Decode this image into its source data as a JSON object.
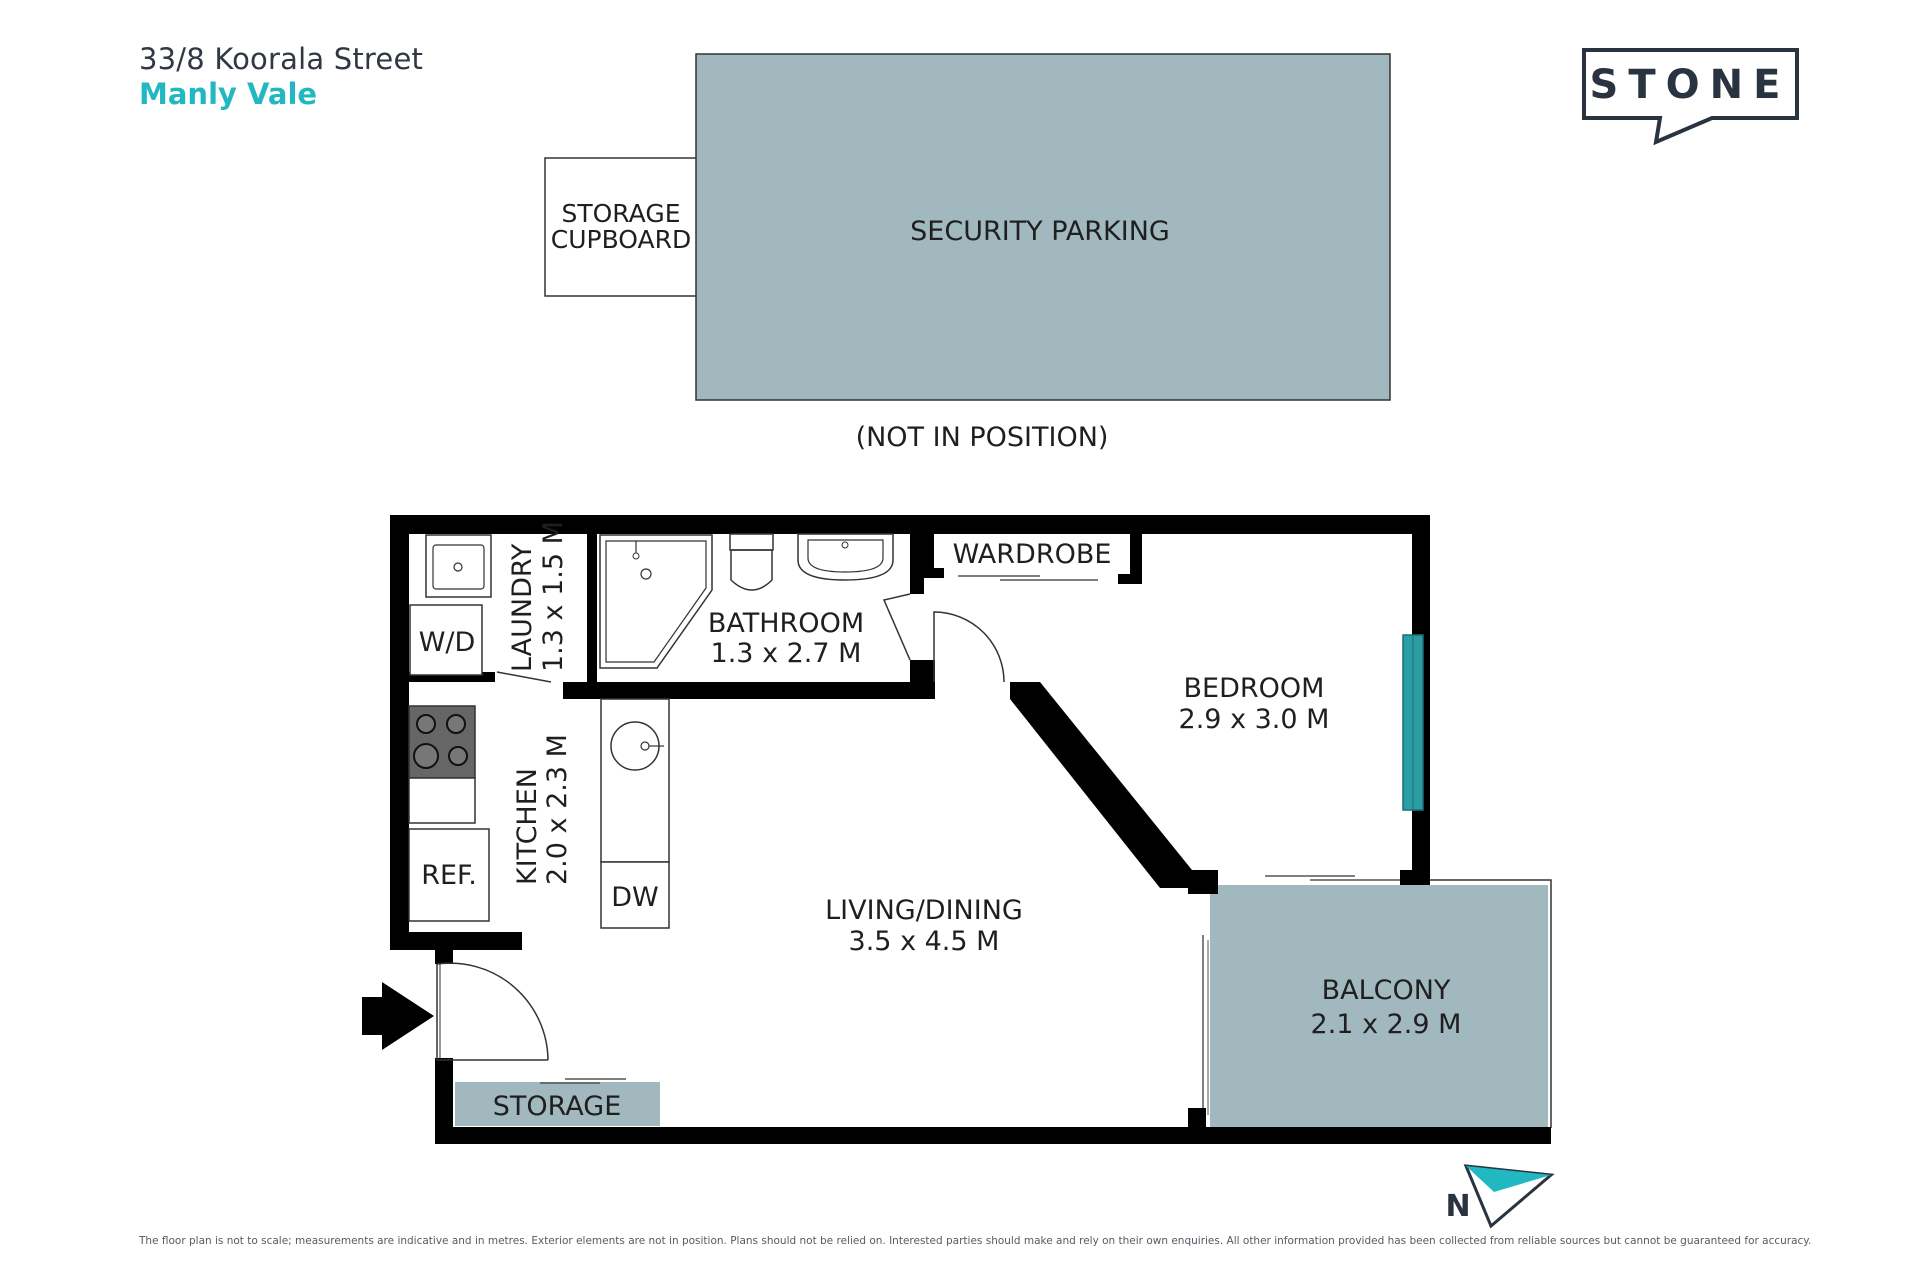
{
  "header": {
    "address": "33/8 Koorala Street",
    "suburb": "Manly Vale"
  },
  "brand": {
    "logo_text": "STONE"
  },
  "rooms": {
    "security_parking": "SECURITY PARKING",
    "storage_cupboard_line1": "STORAGE",
    "storage_cupboard_line2": "CUPBOARD",
    "not_in_position": "(NOT IN POSITION)",
    "wardrobe": "WARDROBE",
    "bathroom_name": "BATHROOM",
    "bathroom_size": "1.3 x 2.7 M",
    "laundry_name": "LAUNDRY",
    "laundry_size": "1.3 x 1.5 M",
    "wd": "W/D",
    "kitchen_name": "KITCHEN",
    "kitchen_size": "2.0 x 2.3 M",
    "ref": "REF.",
    "dw": "DW",
    "bedroom_name": "BEDROOM",
    "bedroom_size": "2.9 x 3.0 M",
    "living_name": "LIVING/DINING",
    "living_size": "3.5 x 4.5 M",
    "balcony_name": "BALCONY",
    "balcony_size": "2.1 x 2.9 M",
    "storage": "STORAGE"
  },
  "compass": {
    "label": "N"
  },
  "disclaimer": "The floor plan is not to scale; measurements are indicative and in metres. Exterior elements are not in position. Plans should not be relied on. Interested parties should make and rely on their own enquiries. All other information provided has been collected from reliable sources but cannot be guaranteed for accuracy.",
  "colors": {
    "accent": "#22b8c2",
    "parking_fill": "#a2b8bf",
    "wall": "#000000",
    "brand_dark": "#2a3340",
    "window": "#2a9ea4"
  }
}
